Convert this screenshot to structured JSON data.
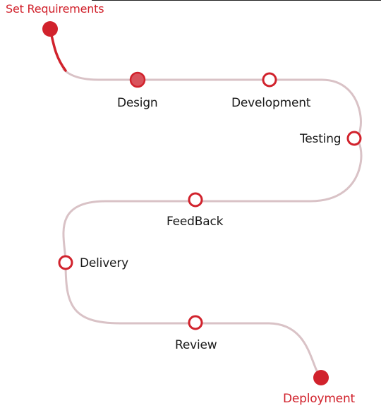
{
  "colors": {
    "accent": "#d1222c",
    "path": "#d9c2c6",
    "text": "#1a1a1a"
  },
  "steps": {
    "start": "Set Requirements",
    "design": "Design",
    "development": "Development",
    "testing": "Testing",
    "feedback": "FeedBack",
    "delivery": "Delivery",
    "review": "Review",
    "end": "Deployment"
  }
}
